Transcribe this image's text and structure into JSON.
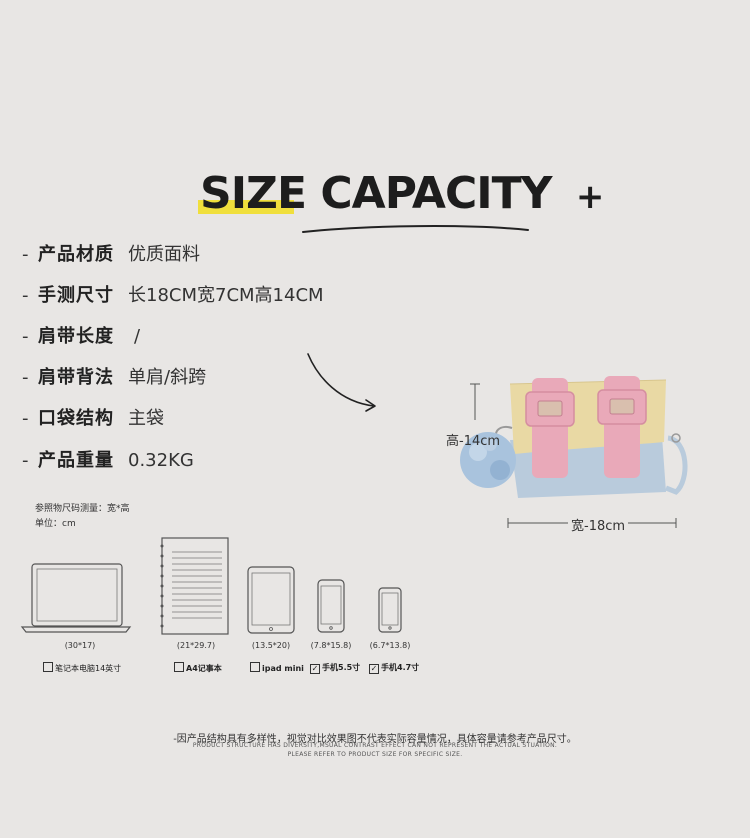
{
  "title": {
    "highlighted": "SIZE",
    "rest": "CAPACITY",
    "plus": "+"
  },
  "specs": [
    {
      "label": "产品材质",
      "value": "优质面料"
    },
    {
      "label": "手测尺寸",
      "value": "长18CM宽7CM高14CM"
    },
    {
      "label": "肩带长度",
      "value": "/"
    },
    {
      "label": "肩带背法",
      "value": "单肩/斜跨"
    },
    {
      "label": "口袋结构",
      "value": "主袋"
    },
    {
      "label": "产品重量",
      "value": "0.32KG"
    }
  ],
  "dash": "-",
  "reference": {
    "line1": "参照物尺码测量：宽*高",
    "line2": "单位：cm"
  },
  "devices": [
    {
      "icon": "laptop-icon",
      "size": "(30*17)",
      "label": "笔记本电脑14英寸",
      "checked": false
    },
    {
      "icon": "a4-notebook-icon",
      "size": "(21*29.7)",
      "label": "A4记事本",
      "checked": false
    },
    {
      "icon": "tablet-icon",
      "size": "(13.5*20)",
      "label": "ipad mini",
      "checked": false
    },
    {
      "icon": "phone-icon",
      "size": "(7.8*15.8)",
      "label": "手机5.5寸",
      "checked": true
    },
    {
      "icon": "phone-small-icon",
      "size": "(6.7*13.8)",
      "label": "手机4.7寸",
      "checked": true
    }
  ],
  "bag": {
    "height_label": "高-14cm",
    "width_label": "宽-18cm",
    "colors": {
      "top": "#e9d9a4",
      "bottom": "#b9cbdc",
      "strap": "#e9a9b9",
      "pompom": "#a9c3dd"
    }
  },
  "footer": {
    "cn": "-因产品结构具有多样性，视觉对比效果图不代表实际容量情况，具体容量请参考产品尺寸。",
    "en1": "PRODUCT STRUCTURE HAS DIVERSITY,MSUAL CONTRAST EFFECT CAN NOT REPRESENT THE ACTUAL STUATION.",
    "en2": "PLEASE REFER TO PRODUCT SIZE FOR SPECIFIC SIZE."
  },
  "colors": {
    "background": "#e8e6e4",
    "highlight": "#f0df3c",
    "text": "#222222"
  }
}
